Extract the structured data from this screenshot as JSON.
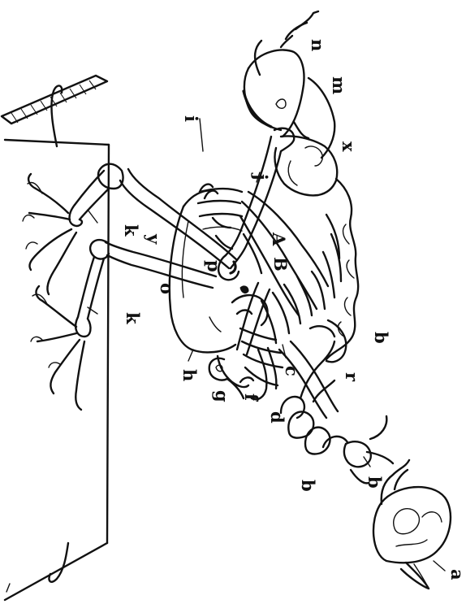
{
  "labels": {
    "a": "a",
    "b": "b",
    "c": "c",
    "d": "d",
    "f": "f",
    "g": "g",
    "h": "h",
    "i": "i",
    "j": "j",
    "k": "k",
    "m": "m",
    "n": "n",
    "o": "o",
    "p": "p",
    "r": "r",
    "x": "x",
    "y": "y",
    "A": "A",
    "B": "B"
  }
}
